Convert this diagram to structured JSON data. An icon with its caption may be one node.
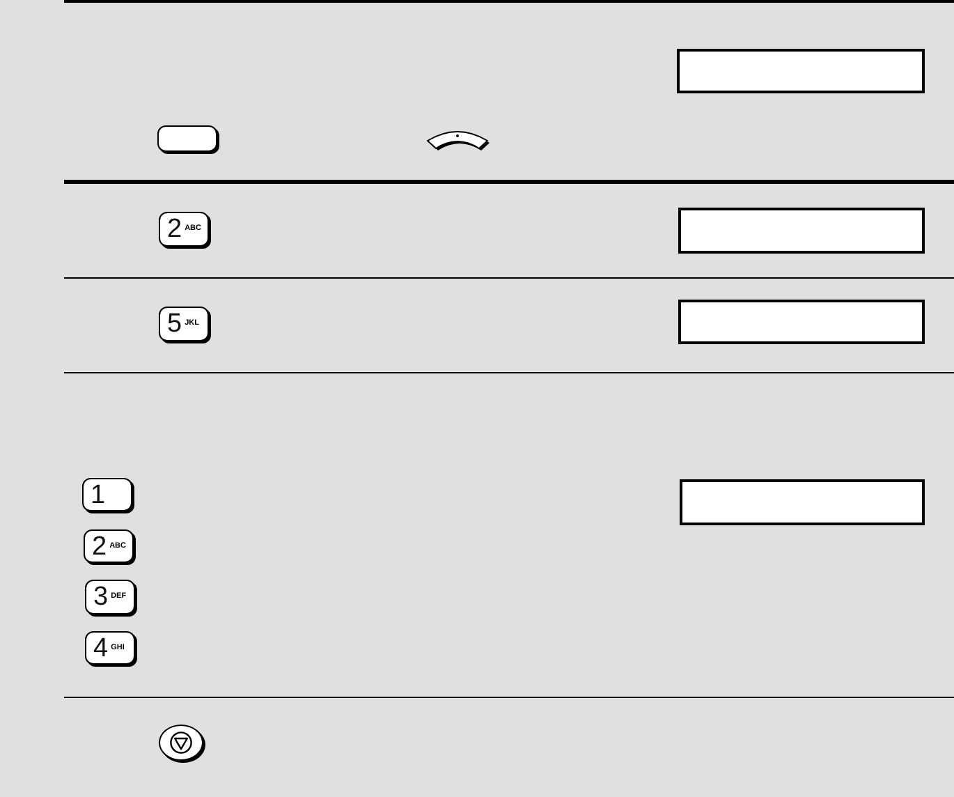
{
  "diagram": {
    "nodes": [
      {
        "text": [],
        "shape": "key"
      },
      {
        "text": [],
        "shape": "arc"
      },
      {
        "text": [],
        "shape": "box"
      },
      {
        "text": [
          "2",
          "ABC"
        ]
      },
      {
        "text": [],
        "shape": "box"
      },
      {
        "text": [
          "5",
          "JKL"
        ]
      },
      {
        "text": [],
        "shape": "box"
      },
      {
        "text": [
          "1"
        ]
      },
      {
        "text": [],
        "shape": "box"
      },
      {
        "text": [
          "2",
          "ABC"
        ]
      },
      {
        "text": [
          "3",
          "DEF"
        ]
      },
      {
        "text": [
          "4",
          "GHI"
        ]
      },
      {
        "text": [],
        "shape": "circle"
      }
    ]
  }
}
